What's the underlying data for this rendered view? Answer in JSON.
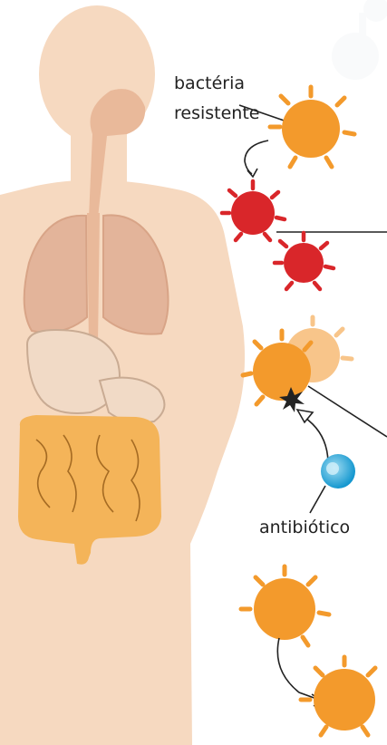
{
  "labels": {
    "resistant_line1": "bactéria",
    "resistant_line2": "resistente",
    "antibiotic": "antibiótico"
  },
  "colors": {
    "skin": "#f6d9c0",
    "skin_dark": "#f0c9a8",
    "organ": "#e9b99a",
    "intestine": "#f4b459",
    "bacteria_orange": "#f39a2c",
    "bacteria_light": "#f8c58a",
    "bacteria_red": "#d9262a",
    "antibiotic_blue": "#1ea7d8"
  }
}
